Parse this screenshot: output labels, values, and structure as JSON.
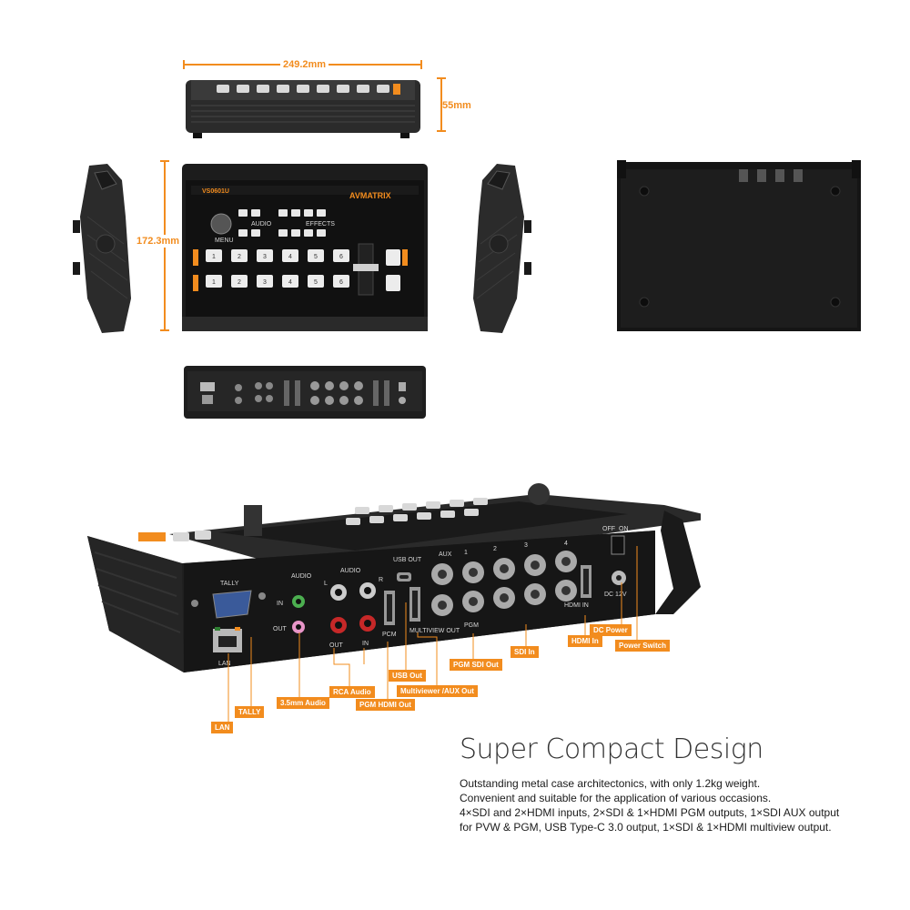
{
  "dimensions": {
    "width": "249.2mm",
    "height": "55mm",
    "depth": "172.3mm"
  },
  "device": {
    "model": "VS0601U",
    "brand": "AVMATRIX",
    "buttons": [
      "1",
      "2",
      "3",
      "4",
      "5",
      "6"
    ],
    "front_labels": {
      "menu": "MENU",
      "audio": "AUDIO",
      "effects": "EFFECTS"
    }
  },
  "rear_panel": {
    "tally": "TALLY",
    "lan": "LAN",
    "audio_left": "AUDIO",
    "audio_right": "AUDIO",
    "left": "L",
    "right": "R",
    "in": "IN",
    "out": "OUT",
    "usb_out": "USB OUT",
    "aux": "AUX",
    "pgm": "PGM",
    "pcm": "PCM",
    "multiview_out": "MULTIVIEW OUT",
    "sdi_numbers": [
      "1",
      "2",
      "3",
      "4"
    ],
    "hdmi_in": "HDMI IN",
    "off": "OFF",
    "on": "ON",
    "dc": "DC 12V"
  },
  "callouts": [
    {
      "id": "lan",
      "text": "LAN"
    },
    {
      "id": "tally",
      "text": "TALLY"
    },
    {
      "id": "audio35",
      "text": "3.5mm Audio"
    },
    {
      "id": "rca",
      "text": "RCA Audio"
    },
    {
      "id": "pgmhdmi",
      "text": "PGM HDMI Out"
    },
    {
      "id": "usb",
      "text": "USB Out"
    },
    {
      "id": "mvaux",
      "text": "Multiviewer /AUX Out"
    },
    {
      "id": "pgmsdi",
      "text": "PGM SDI Out"
    },
    {
      "id": "sdiin",
      "text": "SDI In"
    },
    {
      "id": "hdmiin",
      "text": "HDMI In"
    },
    {
      "id": "dcpower",
      "text": "DC Power"
    },
    {
      "id": "power",
      "text": "Power Switch"
    }
  ],
  "headline": "Super Compact Design",
  "description": [
    "Outstanding metal case architectonics, with only 1.2kg weight.",
    "Convenient and suitable for the application of various occasions.",
    "4×SDI and 2×HDMI inputs, 2×SDI & 1×HDMI PGM outputs, 1×SDI AUX output",
    "for PVW & PGM, USB Type-C 3.0 output, 1×SDI & 1×HDMI multiview output."
  ],
  "colors": {
    "accent": "#f28c1e",
    "device_body": "#2a2a2a",
    "device_dark": "#1a1a1a",
    "text": "#1a1a1a"
  }
}
